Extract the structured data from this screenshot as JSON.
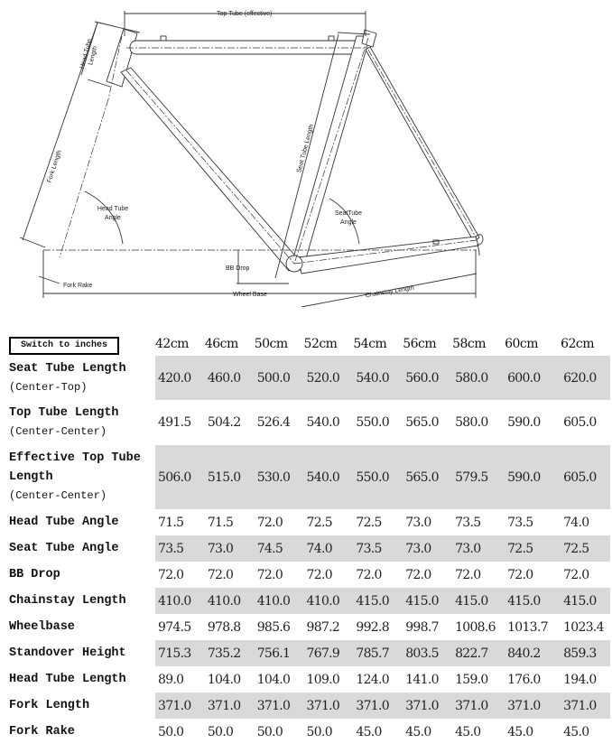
{
  "diagram": {
    "labels": {
      "top_tube": "Top Tube (effective)",
      "head_tube_length": [
        "Head Tube",
        "Length"
      ],
      "fork_length": "Fork Length",
      "head_tube_angle": [
        "Head Tube",
        "Angle"
      ],
      "fork_rake": "Fork Rake",
      "seat_tube_length": "Seat Tube Length",
      "seat_tube_angle": [
        "SeatTube",
        "Angle"
      ],
      "bb_drop": "BB Drop",
      "chainstay_length": "Chainstay Length",
      "wheel_base": "Wheel Base"
    }
  },
  "switch_label": "Switch to inches",
  "sizes": [
    "42cm",
    "46cm",
    "50cm",
    "52cm",
    "54cm",
    "56cm",
    "58cm",
    "60cm",
    "62cm"
  ],
  "rows": [
    {
      "label": "Seat Tube Length",
      "sub": "(Center-Top)",
      "values": [
        "420.0",
        "460.0",
        "500.0",
        "520.0",
        "540.0",
        "560.0",
        "580.0",
        "600.0",
        "620.0"
      ]
    },
    {
      "label": "Top Tube Length",
      "sub": "(Center-Center)",
      "values": [
        "491.5",
        "504.2",
        "526.4",
        "540.0",
        "550.0",
        "565.0",
        "580.0",
        "590.0",
        "605.0"
      ]
    },
    {
      "label": "Effective Top Tube Length",
      "sub": "(Center-Center)",
      "values": [
        "506.0",
        "515.0",
        "530.0",
        "540.0",
        "550.0",
        "565.0",
        "579.5",
        "590.0",
        "605.0"
      ]
    },
    {
      "label": "Head Tube Angle",
      "values": [
        "71.5",
        "71.5",
        "72.0",
        "72.5",
        "72.5",
        "73.0",
        "73.5",
        "73.5",
        "74.0"
      ]
    },
    {
      "label": "Seat Tube Angle",
      "values": [
        "73.5",
        "73.0",
        "74.5",
        "74.0",
        "73.5",
        "73.0",
        "73.0",
        "72.5",
        "72.5"
      ]
    },
    {
      "label": "BB Drop",
      "values": [
        "72.0",
        "72.0",
        "72.0",
        "72.0",
        "72.0",
        "72.0",
        "72.0",
        "72.0",
        "72.0"
      ]
    },
    {
      "label": "Chainstay Length",
      "values": [
        "410.0",
        "410.0",
        "410.0",
        "410.0",
        "415.0",
        "415.0",
        "415.0",
        "415.0",
        "415.0"
      ]
    },
    {
      "label": "Wheelbase",
      "values": [
        "974.5",
        "978.8",
        "985.6",
        "987.2",
        "992.8",
        "998.7",
        "1008.6",
        "1013.7",
        "1023.4"
      ]
    },
    {
      "label": "Standover Height",
      "values": [
        "715.3",
        "735.2",
        "756.1",
        "767.9",
        "785.7",
        "803.5",
        "822.7",
        "840.2",
        "859.3"
      ]
    },
    {
      "label": "Head Tube Length",
      "values": [
        "89.0",
        "104.0",
        "104.0",
        "109.0",
        "124.0",
        "141.0",
        "159.0",
        "176.0",
        "194.0"
      ]
    },
    {
      "label": "Fork Length",
      "values": [
        "371.0",
        "371.0",
        "371.0",
        "371.0",
        "371.0",
        "371.0",
        "371.0",
        "371.0",
        "371.0"
      ]
    },
    {
      "label": "Fork Rake",
      "values": [
        "50.0",
        "50.0",
        "50.0",
        "50.0",
        "45.0",
        "45.0",
        "45.0",
        "45.0",
        "45.0"
      ]
    }
  ]
}
